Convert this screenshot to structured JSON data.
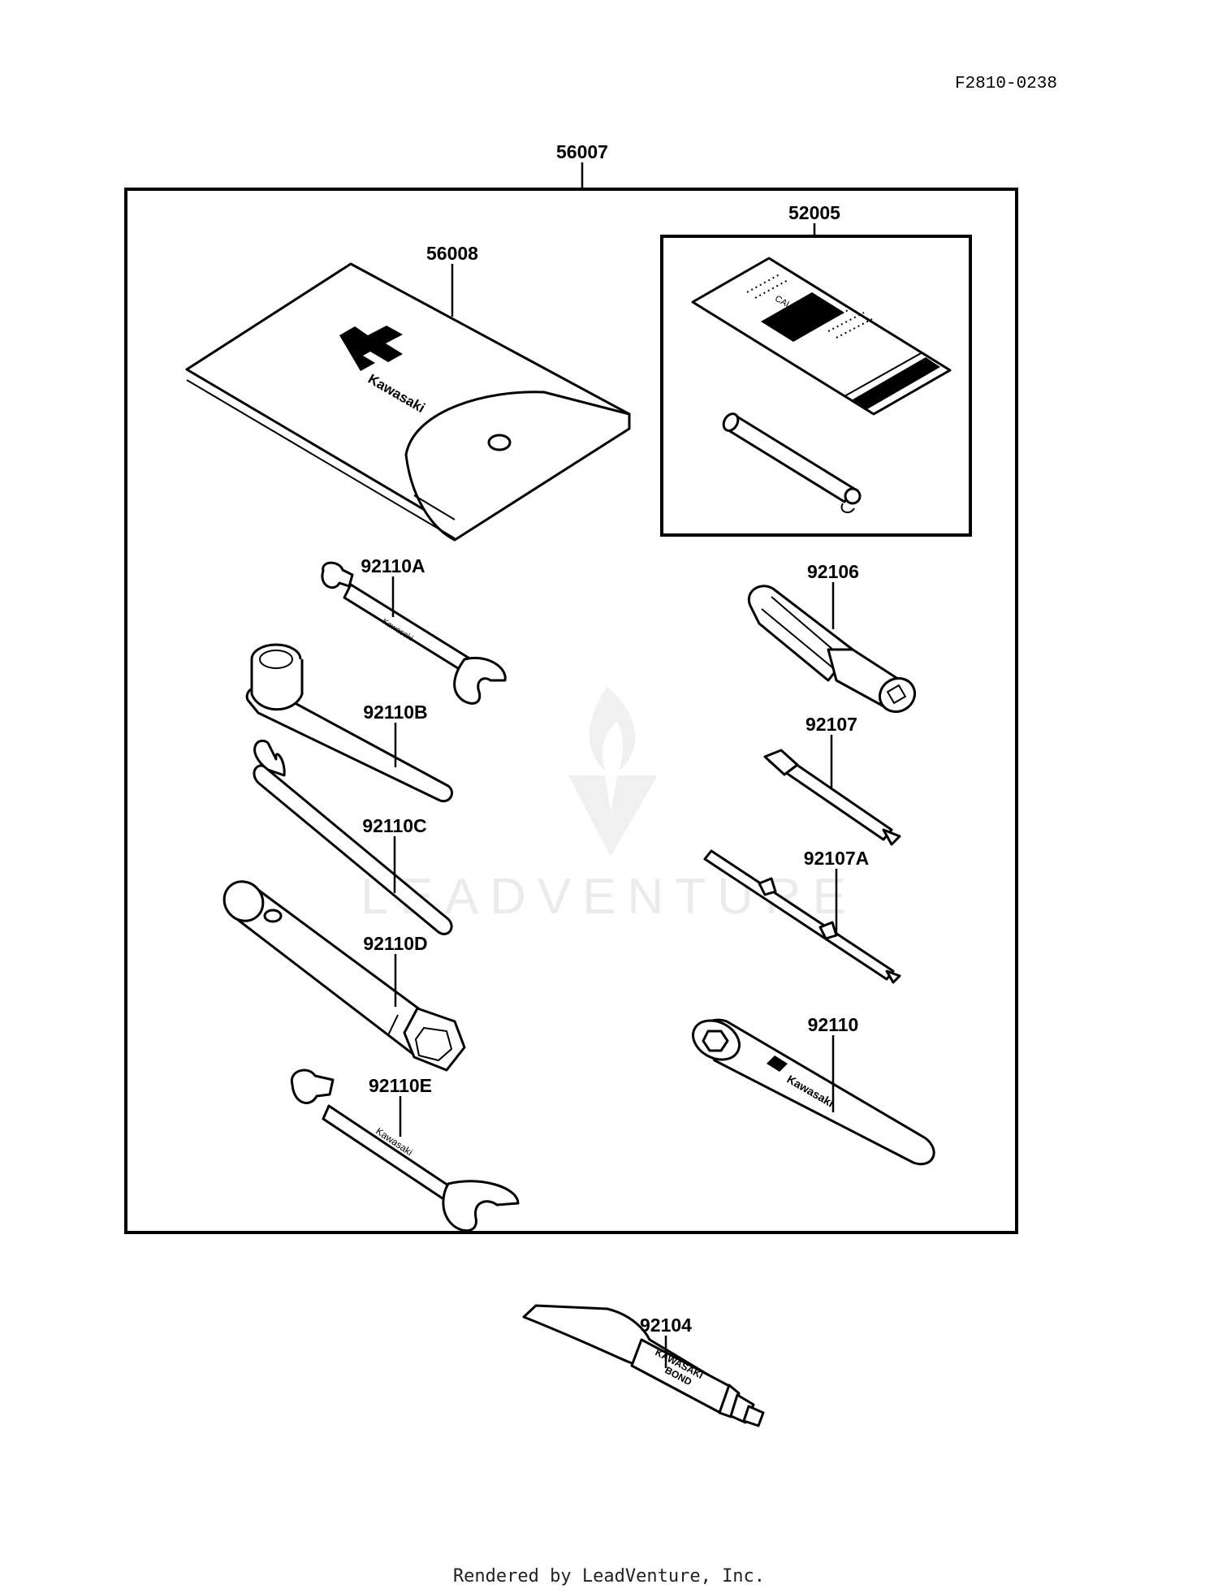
{
  "diagram_id": "F2810-0238",
  "watermark": "LEADVENTURE",
  "footer": "Rendered by LeadVenture, Inc.",
  "callouts": {
    "kit": "56007",
    "pouch": "56008",
    "inner_kit": "52005",
    "screwdriver_handle": "92106",
    "bit_short": "92107",
    "bit_long": "92107A",
    "wrench_a": "92110A",
    "wrench_b": "92110B",
    "wrench_c": "92110C",
    "wrench_d": "92110D",
    "wrench_e": "92110E",
    "wrench": "92110",
    "bond_tube": "92104"
  },
  "printed_text": {
    "pouch_brand": "Kawasaki",
    "wrench_brand": "Kawasaki",
    "sheet_caution": "CAUTION",
    "tube_line1": "KAWASAKI",
    "tube_line2": "BOND"
  }
}
